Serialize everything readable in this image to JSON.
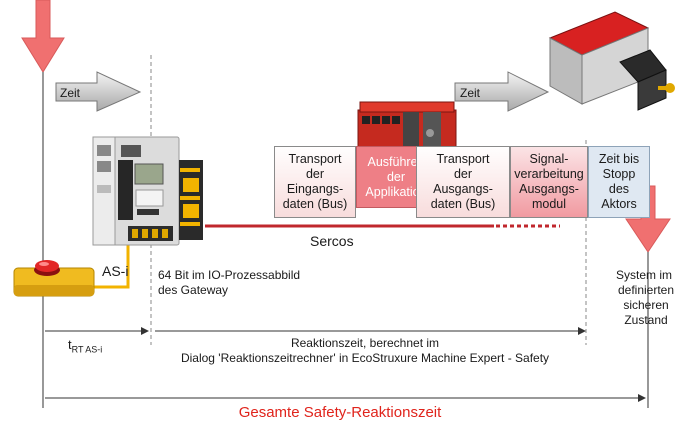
{
  "arrows": {
    "zeit_1": "Zeit",
    "zeit_2": "Zeit"
  },
  "boxes": {
    "transport_eingang": "Transport\nder\nEingangs-\ndaten (Bus)",
    "ausfuehren": "Ausführen\nder\nApplikation",
    "transport_ausgang": "Transport\nder\nAusgangs-\ndaten (Bus)",
    "signalverarbeitung": "Signal-\nverarbeitung\nAusgangs-\nmodul",
    "zeit_stopp": "Zeit bis\nStopp\ndes\nAktors"
  },
  "labels": {
    "sercos": "Sercos",
    "asi": "AS-i",
    "prozessabbild_1": "64 Bit im IO-Prozessabbild",
    "prozessabbild_2": "des Gateway",
    "system_1": "System im",
    "system_2": "definierten",
    "system_3": "sicheren",
    "system_4": "Zustand",
    "trt_main": "t",
    "trt_sub": "RT AS-i",
    "reaktion_1": "Reaktionszeit, berechnet im",
    "reaktion_2": "Dialog 'Reaktionszeitrechner' in EcoStruxure Machine Expert - Safety",
    "gesamt": "Gesamte Safety-Reaktionszeit"
  },
  "colors": {
    "red_arrow": "#f07070",
    "sercos_line": "#c0272d",
    "asi_cable": "#f2b300",
    "gesamt_text": "#e0241c",
    "box_light": "#fce4e4",
    "box_dark": "#ee7f86",
    "box_blue": "#dfe8f2"
  }
}
